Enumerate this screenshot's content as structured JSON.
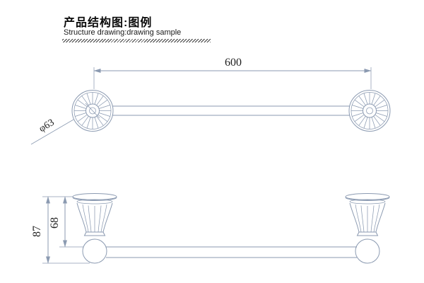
{
  "header": {
    "title": "产品结构图:图例",
    "subtitle": "Structure drawing:drawing sample"
  },
  "front_view": {
    "length_label": "600",
    "diameter_label": "φ63"
  },
  "side_view": {
    "total_height_label": "87",
    "upper_height_label": "68"
  },
  "colors": {
    "line": "#8b9ab1",
    "ink": "#1e1e1e"
  }
}
